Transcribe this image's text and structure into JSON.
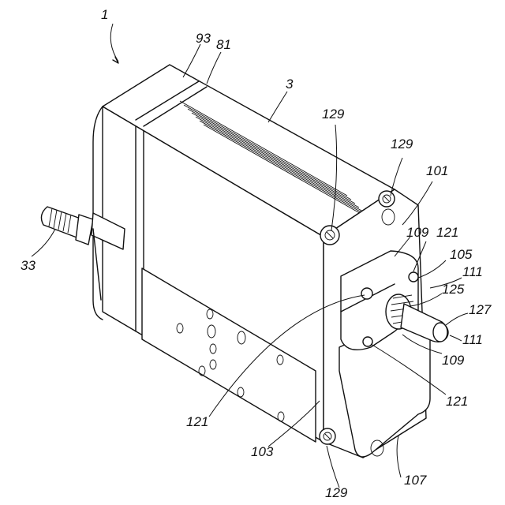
{
  "figure": {
    "title": "",
    "reference_numerals": {
      "device": "1",
      "fin_cover": "93",
      "frame": "81",
      "housing": "3",
      "screw_top_left": "129",
      "screw_top_right": "129",
      "screw_bottom": "129",
      "connector_base": "101",
      "connector_housing_upper": "109",
      "connector_housing_lower": "109",
      "clip_upper": "121",
      "clip_left": "121",
      "clip_lower": "121",
      "lever": "105",
      "cable_gland": "125",
      "cable_end": "127",
      "cable_upper": "111",
      "cable_lower": "111",
      "end_plate": "103",
      "bracket": "107",
      "stud": "33"
    }
  }
}
